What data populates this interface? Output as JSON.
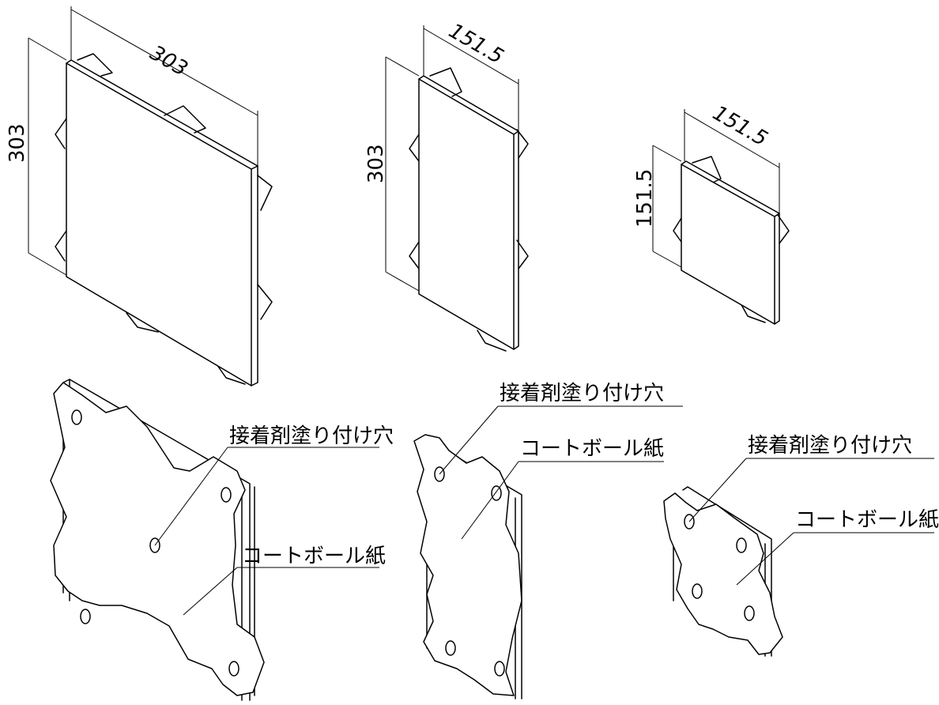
{
  "top_views": [
    {
      "width_label": "303",
      "height_label": "303"
    },
    {
      "width_label": "151.5",
      "height_label": "303"
    },
    {
      "width_label": "151.5",
      "height_label": "151.5"
    }
  ],
  "callouts": {
    "adhesive_hole": "接着剤塗り付け穴",
    "coated_board": "コートボール紙"
  }
}
